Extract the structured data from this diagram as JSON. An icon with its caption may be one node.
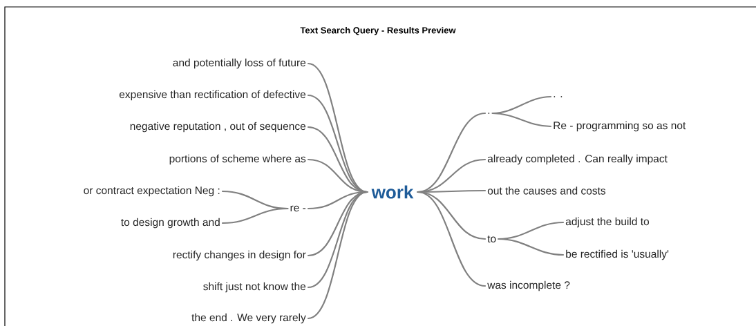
{
  "diagram": {
    "title": "Text Search Query - Results Preview",
    "nodes": [
      {
        "text": [
          "work"
        ]
      },
      {
        "text": [
          "and potentially loss of future"
        ]
      },
      {
        "text": [
          "expensive than rectification of defective"
        ]
      },
      {
        "text": [
          "negative reputation , out of sequence"
        ]
      },
      {
        "text": [
          "portions of scheme where as"
        ]
      },
      {
        "text": [
          "or contract expectation Neg :"
        ]
      },
      {
        "text": [
          "re -"
        ]
      },
      {
        "text": [
          "to design growth and"
        ]
      },
      {
        "text": [
          "rectify changes in design for"
        ]
      },
      {
        "text": [
          "shift just not know the"
        ]
      },
      {
        "text": [
          "the end . We very rarely"
        ]
      },
      {
        "text": [
          "."
        ]
      },
      {
        "text": [
          ". ."
        ]
      },
      {
        "text": [
          "Re - programming so as not"
        ]
      },
      {
        "text": [
          "already completed . Can really impact"
        ]
      },
      {
        "text": [
          "out the causes and costs"
        ]
      },
      {
        "text": [
          "to"
        ]
      },
      {
        "text": [
          "adjust the build to"
        ]
      },
      {
        "text": [
          "be rectified is 'usually'"
        ]
      },
      {
        "text": [
          "was incomplete ?"
        ]
      }
    ],
    "edges": [
      {
        "from": 1,
        "to": 0,
        "arrow": "none"
      },
      {
        "from": 2,
        "to": 0,
        "arrow": "none"
      },
      {
        "from": 3,
        "to": 0,
        "arrow": "none"
      },
      {
        "from": 4,
        "to": 0,
        "arrow": "none"
      },
      {
        "from": 5,
        "to": 6,
        "arrow": "none"
      },
      {
        "from": 7,
        "to": 6,
        "arrow": "none"
      },
      {
        "from": 6,
        "to": 0,
        "arrow": "none"
      },
      {
        "from": 8,
        "to": 0,
        "arrow": "none"
      },
      {
        "from": 9,
        "to": 0,
        "arrow": "none"
      },
      {
        "from": 10,
        "to": 0,
        "arrow": "none"
      },
      {
        "from": 0,
        "to": 11,
        "arrow": "none"
      },
      {
        "from": 11,
        "to": 12,
        "arrow": "none"
      },
      {
        "from": 11,
        "to": 13,
        "arrow": "none"
      },
      {
        "from": 0,
        "to": 14,
        "arrow": "none"
      },
      {
        "from": 0,
        "to": 15,
        "arrow": "none"
      },
      {
        "from": 0,
        "to": 16,
        "arrow": "none"
      },
      {
        "from": 16,
        "to": 17,
        "arrow": "none"
      },
      {
        "from": 16,
        "to": 18,
        "arrow": "none"
      },
      {
        "from": 0,
        "to": 19,
        "arrow": "none"
      }
    ]
  }
}
